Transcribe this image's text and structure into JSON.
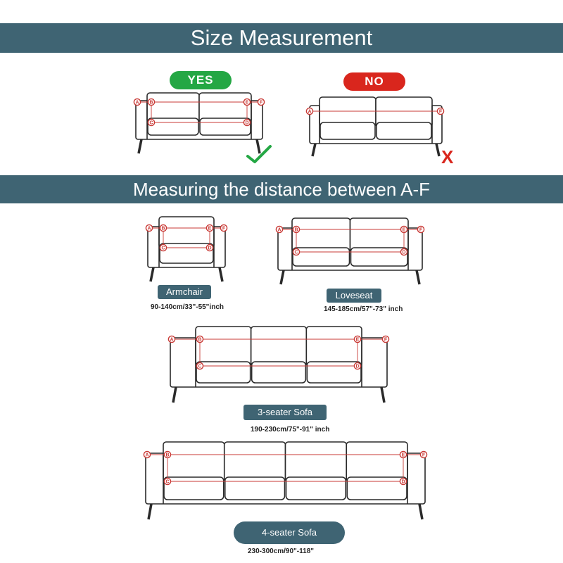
{
  "header": {
    "title": "Size Measurement"
  },
  "comparison": {
    "yes_label": "YES",
    "no_label": "NO",
    "x_mark": "X"
  },
  "section": {
    "title": "Measuring the distance between A-F"
  },
  "points": [
    "A",
    "B",
    "C",
    "D",
    "E",
    "F"
  ],
  "sofas": [
    {
      "name": "Armchair",
      "size": "90-140cm/33\"-55\"inch"
    },
    {
      "name": "Loveseat",
      "size": "145-185cm/57\"-73\" inch"
    },
    {
      "name": "3-seater Sofa",
      "size": "190-230cm/75\"-91\" inch"
    },
    {
      "name": "4-seater Sofa",
      "size": "230-300cm/90\"-118\""
    }
  ],
  "colors": {
    "banner": "#3f6473",
    "yes": "#24a744",
    "no": "#d9261d",
    "marker": "#c93a36",
    "outline": "#2a2a2a"
  }
}
